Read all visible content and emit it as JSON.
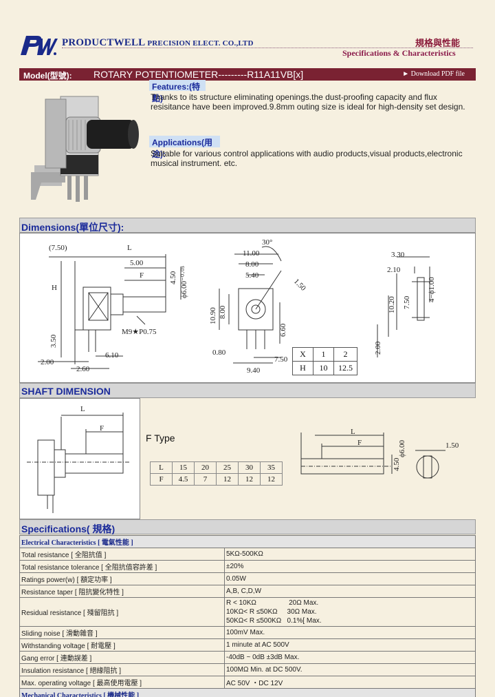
{
  "header": {
    "company_main": "PRODUCTWELL",
    "company_rest": " PRECISION ELECT. CO.,LTD",
    "cn_title": "規格與性能",
    "subtitle": "Specifications & Characteristics"
  },
  "model": {
    "label": "Model(型號):",
    "title": "ROTARY  POTENTIOMETER---------R11A11VB[x]",
    "download": "► Download PDF file"
  },
  "features": {
    "heading": "Features:(特點)",
    "text": "Thanks to its structure eliminating openings.the dust-proofing capacity and flux resisitance have been improved.9.8mm outing size is ideal for high-density set design."
  },
  "applications": {
    "heading": "Applications(用途):",
    "text": "Suitable for various control applications with audio products,visual products,electronic musical instrument. etc."
  },
  "dimensions": {
    "heading": "Dimensions(單位尺寸):",
    "labels": {
      "l_750": "(7.50)",
      "L": "L",
      "d500": "5.00",
      "F": "F",
      "H": "H",
      "d450": "4.50",
      "d600": "ϕ6.00⁻⁰·⁰³",
      "m9": "M9★P0.75",
      "d350": "3.50",
      "d610": "6.10",
      "d200": "2.00",
      "d260": "2.60",
      "a30": "30°",
      "d1100": "11.00",
      "d800": "8.00",
      "d540": "5.40",
      "d150": "1.50",
      "d1090": "10.90",
      "d800v": "8.00",
      "d660": "6.60",
      "d080": "0.80",
      "d750": "7.50",
      "d940": "9.40",
      "d330": "3.30",
      "d210": "2.10",
      "d1020": "10.20",
      "d750v": "7.50",
      "d4100": "4−ϕ1.00",
      "d200v": "2.00"
    },
    "xtable": {
      "rows": [
        [
          "X",
          "1",
          "2"
        ],
        [
          "H",
          "10",
          "12.5"
        ]
      ]
    }
  },
  "shaft": {
    "heading": "SHAFT DIMENSION",
    "ftype": "F Type",
    "labels": {
      "L": "L",
      "F": "F",
      "L2": "L",
      "F2": "F",
      "d450": "4.50",
      "d600": "ϕ6.00",
      "d150": "1.50"
    },
    "ftable": {
      "rows": [
        [
          "L",
          "15",
          "20",
          "25",
          "30",
          "35"
        ],
        [
          "F",
          "4.5",
          "7",
          "12",
          "12",
          "12"
        ]
      ]
    }
  },
  "specs": {
    "heading": "Specifications( 規格)",
    "electrical_head": "Electrical Characteristics [ 電氣性能 ]",
    "rows": [
      {
        "name": "Total resistance [ 全阻抗值 ]",
        "value": "5KΩ-500KΩ"
      },
      {
        "name": "Total resistance tolerance [ 全阻抗值容許差 ]",
        "value": "±20%"
      },
      {
        "name": "Ratings power(w) [ 額定功率 ]",
        "value": "0.05W"
      },
      {
        "name": "Resistance taper [ 阻抗變化特性 ]",
        "value": "A,B, C,D,W"
      }
    ],
    "residual": {
      "name": "Residual resistance [ 殘留阻抗 ]",
      "lines": [
        "R < 10KΩ                 20Ω Max.",
        "10KΩ< R ≤50KΩ     30Ω Max.",
        "50KΩ< R ≤500KΩ   0.1%[ Max."
      ]
    },
    "rows2": [
      {
        "name": "Sliding noise [ 滑動雜音 ]",
        "value": "100mV Max."
      },
      {
        "name": "Withstanding voltage [ 耐電壓 ]",
        "value": "1 minute at AC 500V"
      },
      {
        "name": "Gang error [ 連動誤差 ]",
        "value": "-40dB ~ 0dB ±3dB Max."
      },
      {
        "name": "Insulation resistance [ 絕緣阻抗 ]",
        "value": "100MΩ Min. at DC 500V."
      },
      {
        "name": "Max. operating voltage [ 最高使用電壓 ]",
        "value": "AC 50V ・DC 12V"
      }
    ],
    "mechanical_head": "Mechanical Characteristics [ 機械性能 ]"
  },
  "colors": {
    "brand": "#1a2a8a",
    "model_bar": "#7a2232",
    "section_head": "#1a2a9a"
  }
}
